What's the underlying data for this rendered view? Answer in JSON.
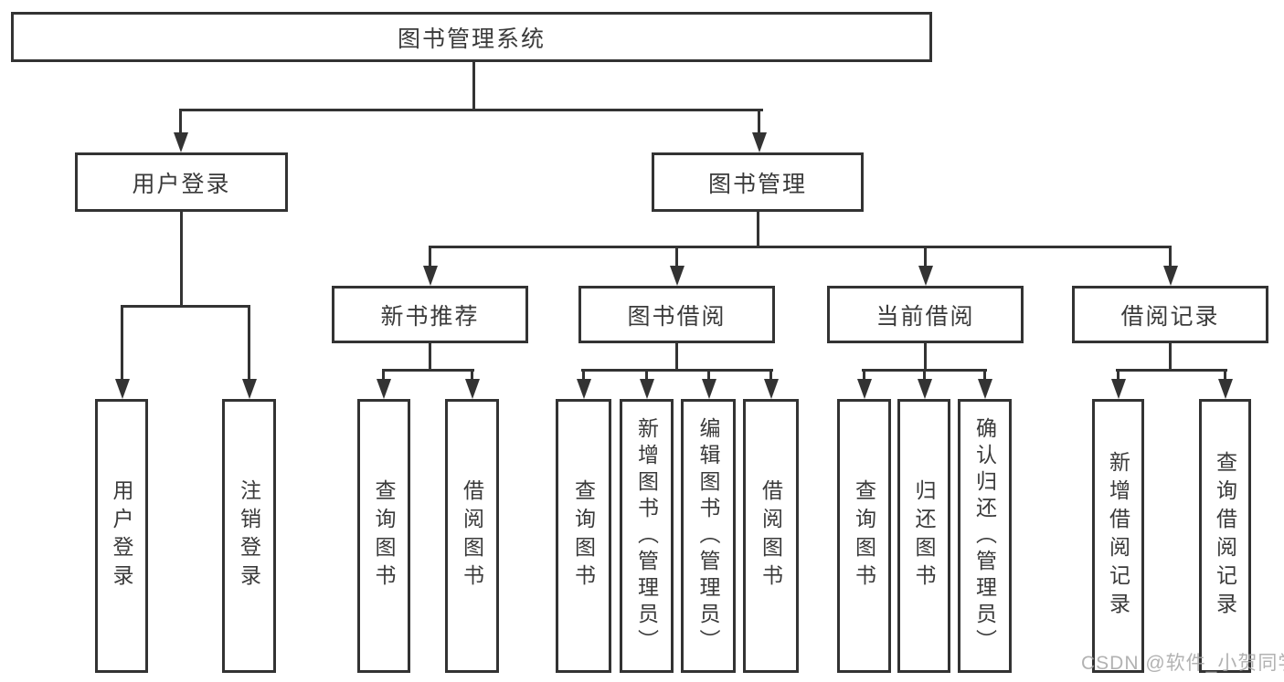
{
  "tree": {
    "label": "图书管理系统",
    "children": [
      {
        "label": "用户登录",
        "children": [
          {
            "label": "用户登录"
          },
          {
            "label": "注销登录"
          }
        ]
      },
      {
        "label": "图书管理",
        "children": [
          {
            "label": "新书推荐",
            "children": [
              {
                "label": "查询图书"
              },
              {
                "label": "借阅图书"
              }
            ]
          },
          {
            "label": "图书借阅",
            "children": [
              {
                "label": "查询图书"
              },
              {
                "label": "新增图书（管理员）"
              },
              {
                "label": "编辑图书（管理员）"
              },
              {
                "label": "借阅图书"
              }
            ]
          },
          {
            "label": "当前借阅",
            "children": [
              {
                "label": "查询图书"
              },
              {
                "label": "归还图书"
              },
              {
                "label": "确认归还（管理员）"
              }
            ]
          },
          {
            "label": "借阅记录",
            "children": [
              {
                "label": "新增借阅记录"
              },
              {
                "label": "查询借阅记录"
              }
            ]
          }
        ]
      }
    ]
  },
  "watermark": {
    "text": "CSDN @软件_小贺同学"
  },
  "colors": {
    "line": "#333333",
    "text": "#3a3a3a",
    "watermark": "#a5a5a5",
    "background": "#ffffff"
  }
}
